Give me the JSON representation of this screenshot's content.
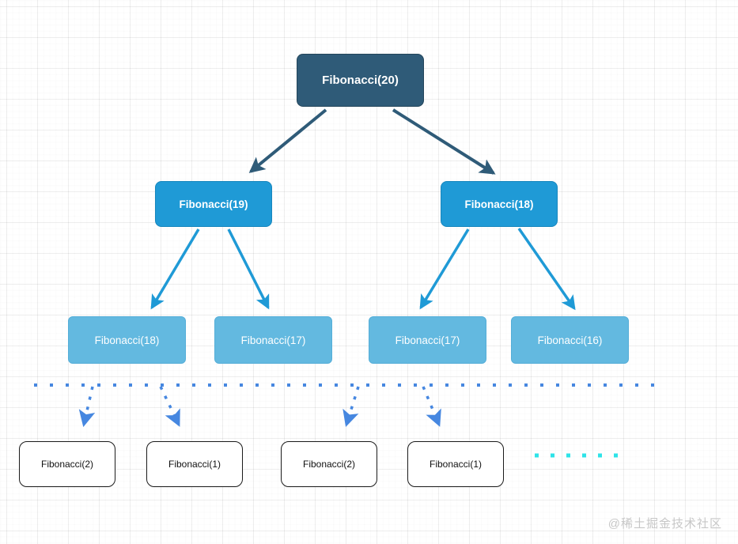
{
  "diagram": {
    "title_hint": "Fibonacci recursion tree",
    "root": {
      "label": "Fibonacci(20)"
    },
    "level2": [
      {
        "label": "Fibonacci(19)"
      },
      {
        "label": "Fibonacci(18)"
      }
    ],
    "level3": [
      {
        "label": "Fibonacci(18)"
      },
      {
        "label": "Fibonacci(17)"
      },
      {
        "label": "Fibonacci(17)"
      },
      {
        "label": "Fibonacci(16)"
      }
    ],
    "base_cases": [
      {
        "label": "Fibonacci(2)"
      },
      {
        "label": "Fibonacci(1)"
      },
      {
        "label": "Fibonacci(2)"
      },
      {
        "label": "Fibonacci(1)"
      }
    ],
    "watermark": "@稀土掘金技术社区",
    "colors": {
      "root_fill": "#2f5b78",
      "root_stroke": "#24455a",
      "level2_fill": "#1f9ad6",
      "level2_stroke": "#1786bd",
      "level3_fill": "#63b9e0",
      "level3_stroke": "#55aed8",
      "dark_arrow": "#2f5b78",
      "blue_arrow": "#1f9ad6",
      "dotted_blue": "#4687e0",
      "ellipsis_cyan": "#2ee3e8"
    }
  }
}
